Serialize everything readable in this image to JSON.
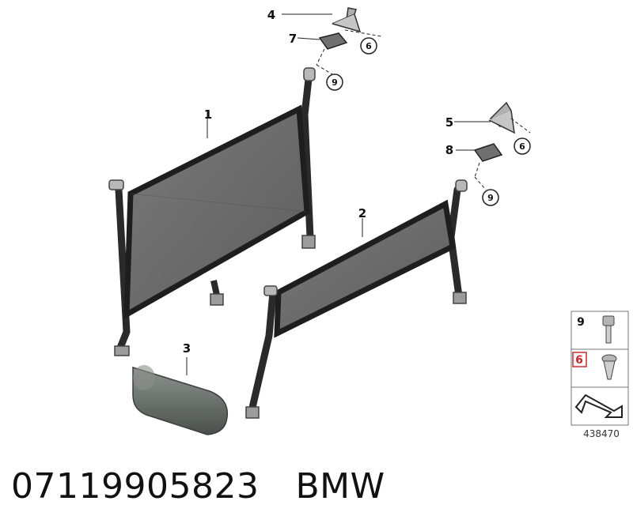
{
  "callouts": {
    "item_1": "1",
    "item_2": "2",
    "item_3": "3",
    "item_4": "4",
    "item_5": "5",
    "item_6a": "6",
    "item_6b": "6",
    "item_7": "7",
    "item_8": "8",
    "item_9a": "9",
    "item_9b": "9"
  },
  "legend": {
    "row_9_label": "9",
    "row_6_label": "6",
    "row_6_highlight_color": "#d62828",
    "diagram_number": "438470"
  },
  "caption": {
    "part_number": "07119905823",
    "brand": "BMW"
  },
  "colors": {
    "net_fill": "#6b6b6b",
    "strap": "#2a2a2a",
    "roll": "#6f7570"
  }
}
